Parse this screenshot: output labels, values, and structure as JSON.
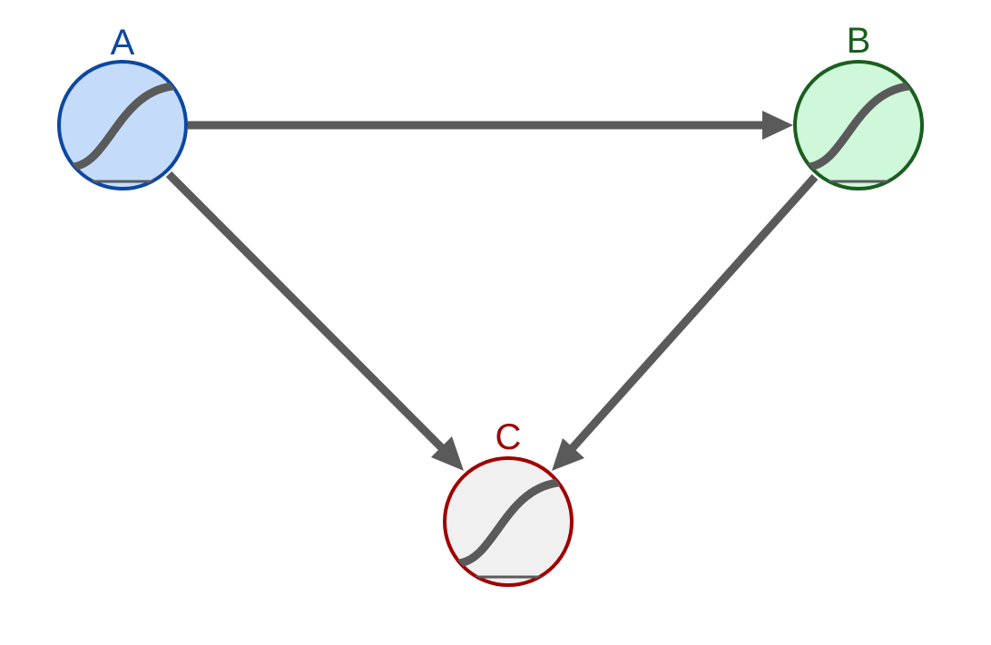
{
  "diagram": {
    "nodes": [
      {
        "id": "A",
        "label": "A",
        "stroke": "#0d47a1",
        "fill": "#c4dcfa",
        "label_color": "#0d47a1",
        "glyph": "sigmoid-icon"
      },
      {
        "id": "B",
        "label": "B",
        "stroke": "#1b5e20",
        "fill": "#cff7d9",
        "label_color": "#1b5e20",
        "glyph": "sigmoid-icon"
      },
      {
        "id": "C",
        "label": "C",
        "stroke": "#a00000",
        "fill": "#f0f0f0",
        "label_color": "#a00000",
        "glyph": "sigmoid-icon"
      }
    ],
    "edges": [
      {
        "from": "A",
        "to": "B"
      },
      {
        "from": "A",
        "to": "C"
      },
      {
        "from": "B",
        "to": "C"
      }
    ],
    "edge_color": "#5a5a5a",
    "glyph_color": "#5a5a5a"
  }
}
